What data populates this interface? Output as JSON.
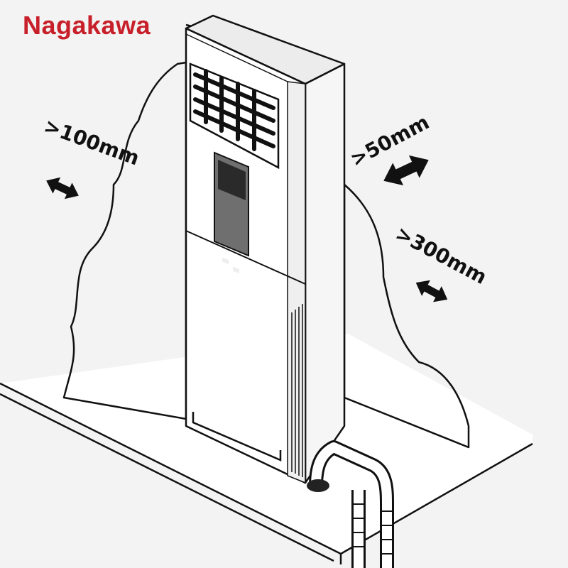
{
  "brand": {
    "name": "Nagakawa",
    "color": "#c8202a"
  },
  "clearances": {
    "left": ">100mm",
    "rear": ">50mm",
    "right": ">300mm"
  },
  "icons": [
    "double-arrow-icon"
  ]
}
